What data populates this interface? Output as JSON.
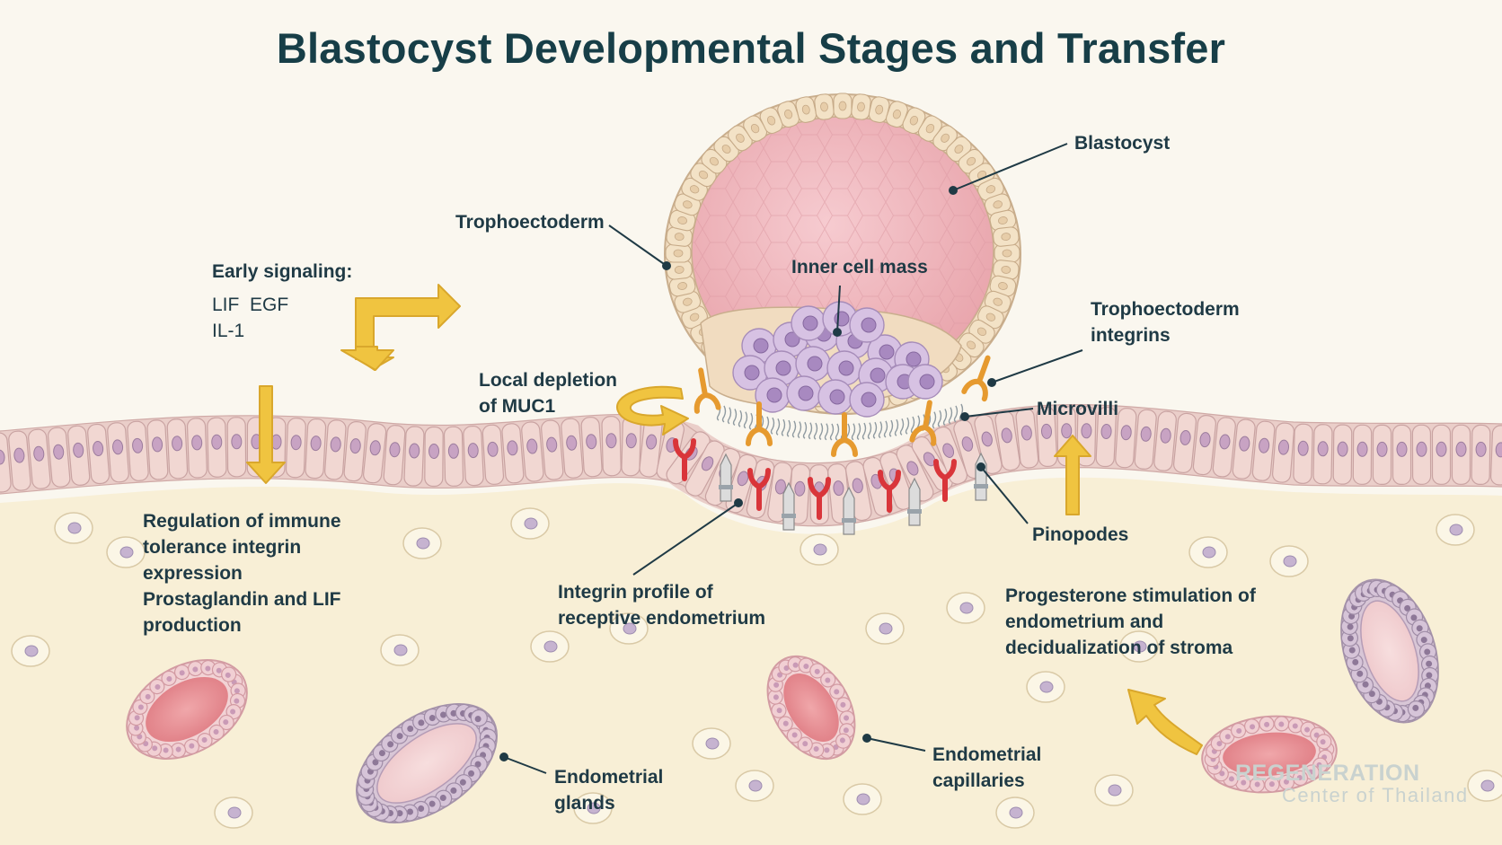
{
  "title": "Blastocyst Developmental Stages and Transfer",
  "labels": {
    "blastocyst": "Blastocyst",
    "trophectoderm": "Trophoectoderm",
    "inner_cell_mass": "Inner cell mass",
    "trophectoderm_integrins": [
      "Trophoectoderm",
      "integrins"
    ],
    "microvilli": "Microvilli",
    "local_depletion": [
      "Local depletion",
      "of MUC1"
    ],
    "early_signaling_heading": "Early signaling:",
    "early_signaling_items": [
      "LIF  EGF",
      "IL-1"
    ],
    "immune_regulation": [
      "Regulation of immune",
      "tolerance integrin",
      "expression",
      "Prostaglandin and LIF",
      "production"
    ],
    "pinopodes": "Pinopodes",
    "integrin_profile": [
      "Integrin profile of",
      "receptive endometrium"
    ],
    "progesterone": [
      "Progesterone stimulation of",
      "endometrium and",
      "decidualization of stroma"
    ],
    "endometrial_glands": [
      "Endometrial",
      "glands"
    ],
    "endometrial_capillaries": [
      "Endometrial",
      "capillaries"
    ]
  },
  "watermark": {
    "line1": "REGENERATION",
    "line2": "Center of Thailand"
  },
  "colors": {
    "title": "#173e47",
    "label_text": "#1f3a45",
    "arrow": "#f0c440",
    "blastocyst_cavity": "#f0b8bd",
    "inner_cell_mass": "#cbb3dc",
    "epithelium": "#efd3cf",
    "stroma": "#f8efd6",
    "integrin_red": "#d9353a",
    "integrin_orange": "#eea13c",
    "vessel": "#e98f93"
  }
}
